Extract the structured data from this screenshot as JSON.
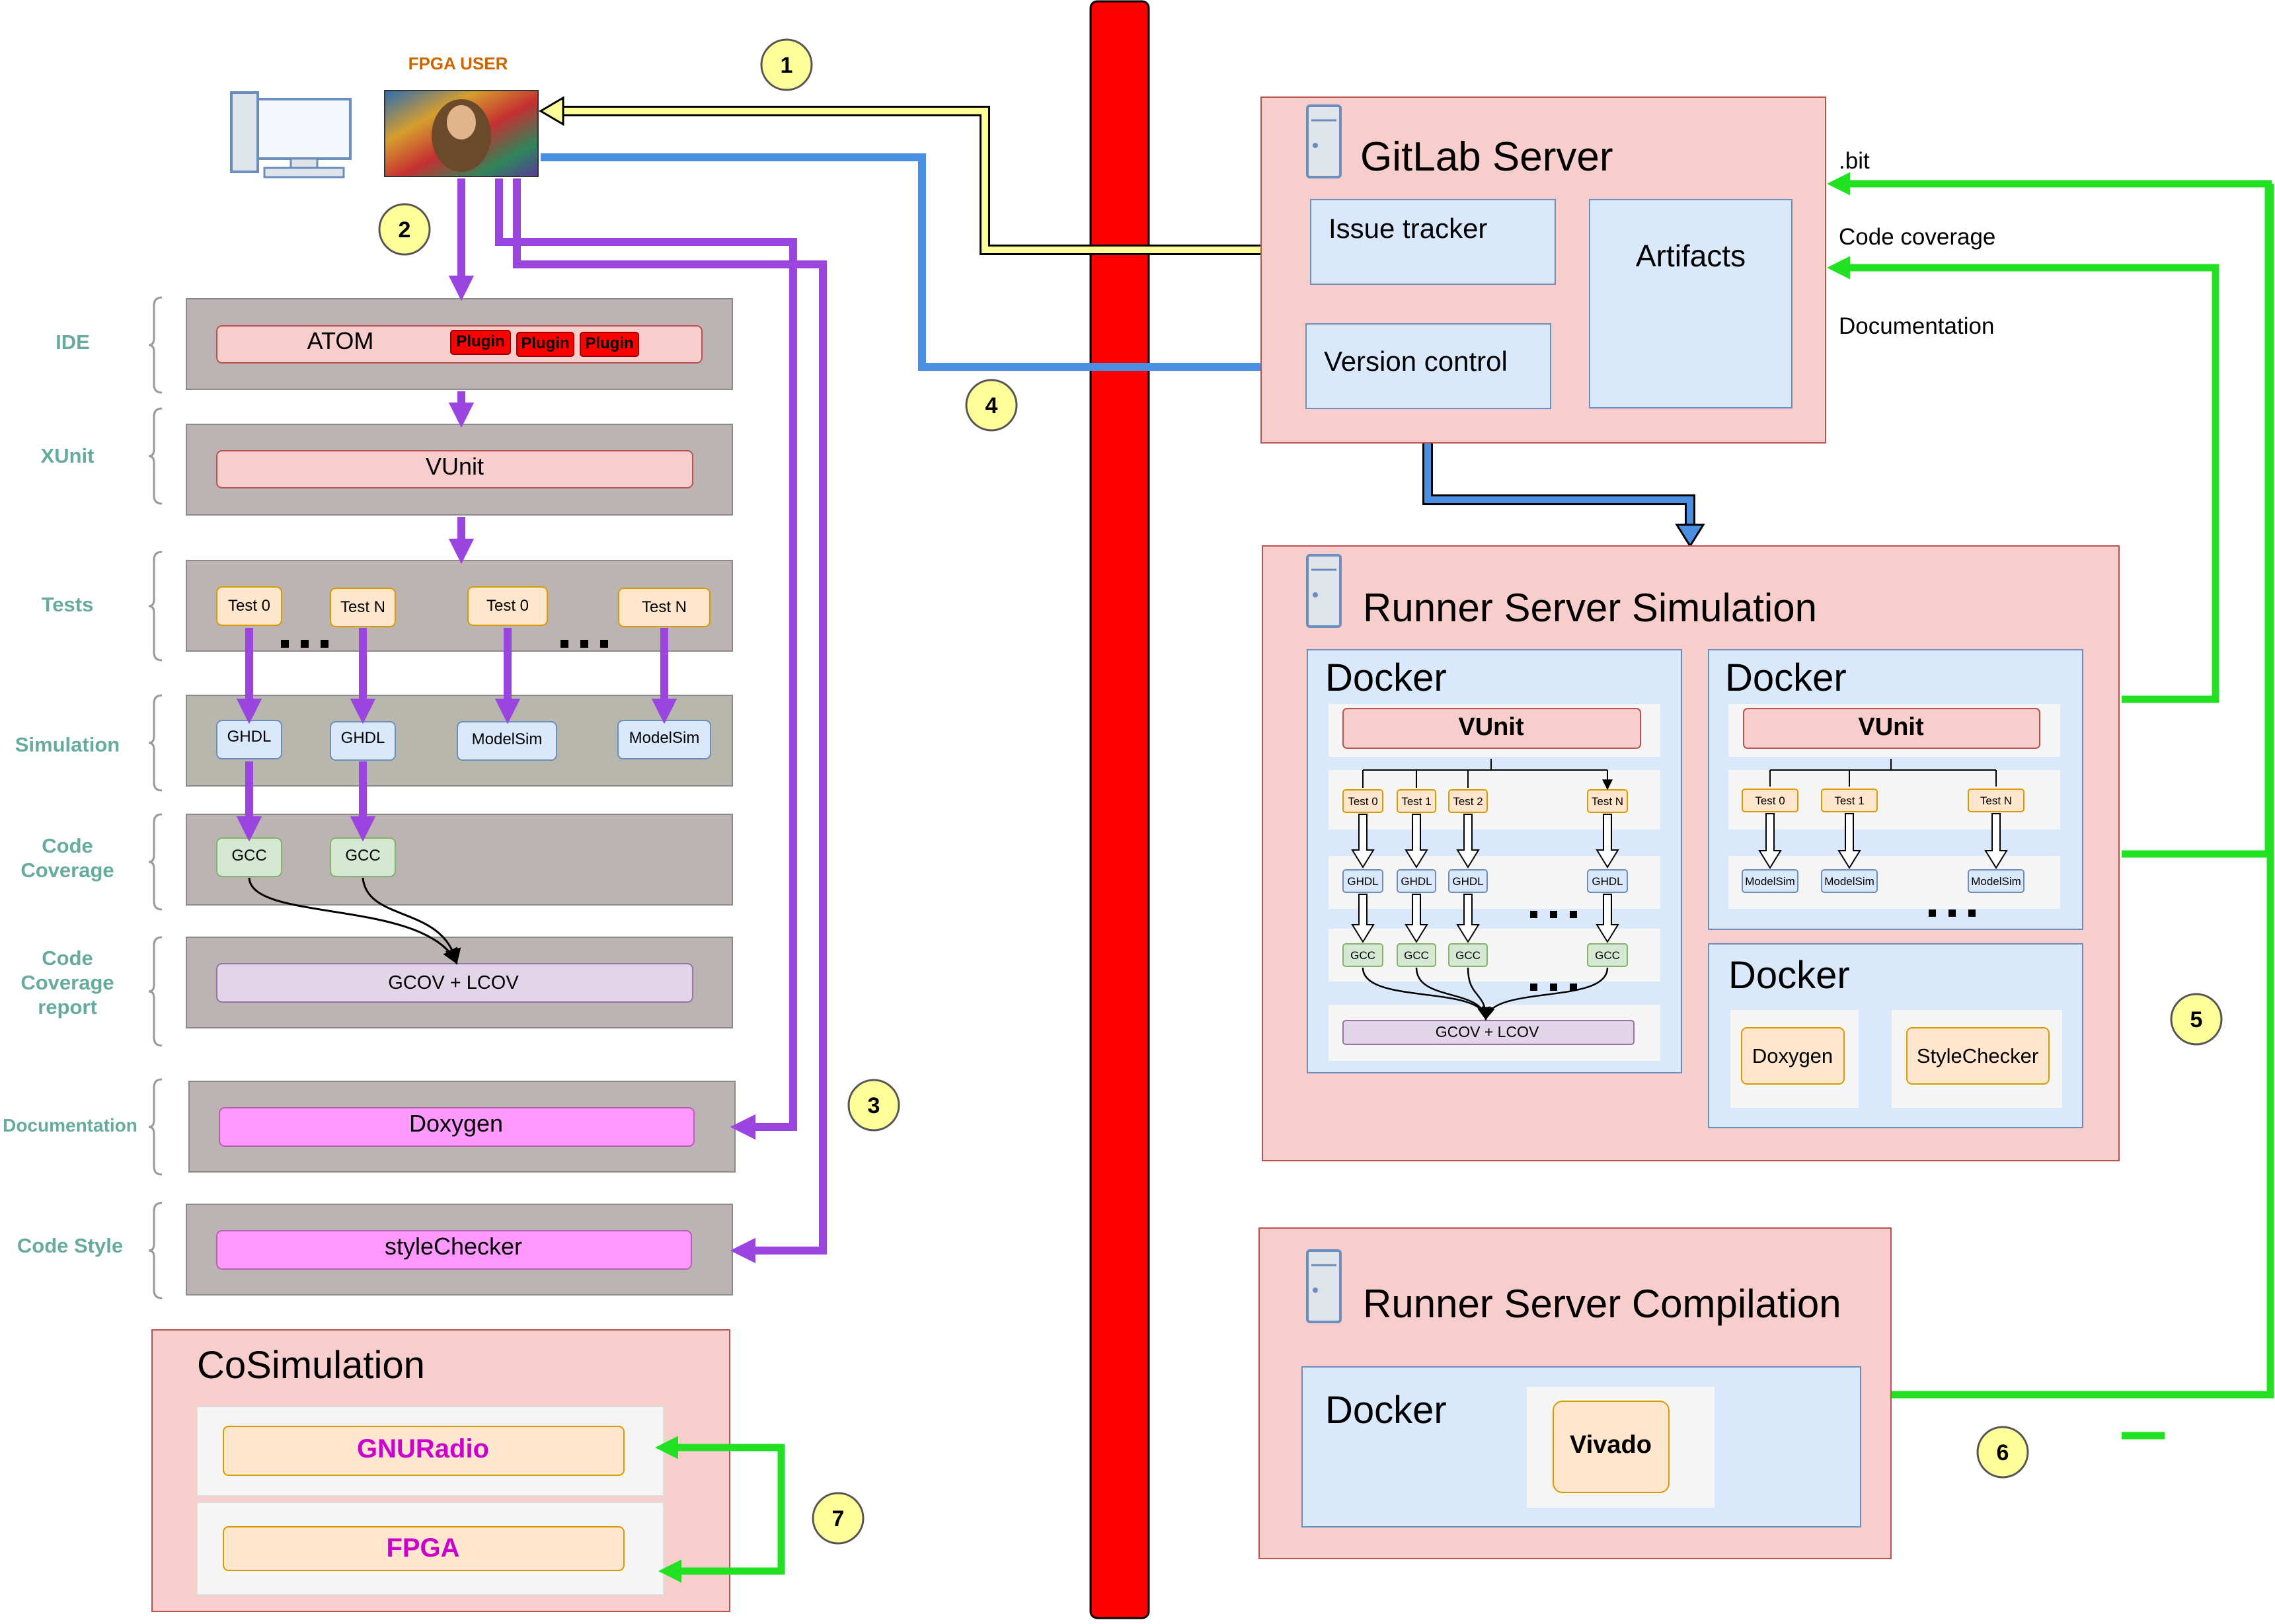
{
  "user": {
    "label": "FPGA USER"
  },
  "left_rows": [
    {
      "label": "IDE"
    },
    {
      "label": "XUnit"
    },
    {
      "label": "Tests"
    },
    {
      "label": "Simulation"
    },
    {
      "label": "Code Coverage"
    },
    {
      "label": "Code Coverage report"
    },
    {
      "label": "Documentation"
    },
    {
      "label": "Code Style"
    }
  ],
  "ide": {
    "title": "ATOM",
    "plugins": [
      "Plugin",
      "Plugin",
      "Plugin"
    ]
  },
  "xunit": {
    "title": "VUnit"
  },
  "tests": [
    "Test 0",
    "Test N",
    "Test 0",
    "Test N"
  ],
  "simulators": [
    "GHDL",
    "GHDL",
    "ModelSim",
    "ModelSim"
  ],
  "coverage": [
    "GCC",
    "GCC"
  ],
  "report": {
    "title": "GCOV + LCOV"
  },
  "documentation": {
    "title": "Doxygen"
  },
  "code_style": {
    "title": "styleChecker"
  },
  "cosim": {
    "title": "CoSimulation",
    "items": [
      "GNURadio",
      "FPGA"
    ]
  },
  "gitlab": {
    "title": "GitLab Server",
    "issue_tracker": "Issue tracker",
    "artifacts": "Artifacts",
    "version_control": "Version control"
  },
  "outputs": [
    ".bit",
    "Code coverage",
    "Documentation"
  ],
  "runner_sim": {
    "title": "Runner Server Simulation",
    "docker_label": "Docker",
    "docker1": {
      "vunit": "VUnit",
      "tests": [
        "Test 0",
        "Test 1",
        "Test 2",
        "Test N"
      ],
      "sims": [
        "GHDL",
        "GHDL",
        "GHDL",
        "GHDL"
      ],
      "gccs": [
        "GCC",
        "GCC",
        "GCC",
        "GCC"
      ],
      "report": "GCOV + LCOV"
    },
    "docker2": {
      "vunit": "VUnit",
      "tests": [
        "Test 0",
        "Test 1",
        "Test N"
      ],
      "sims": [
        "ModelSim",
        "ModelSim",
        "ModelSim"
      ]
    },
    "docker3": {
      "tools": [
        "Doxygen",
        "StyleChecker"
      ]
    }
  },
  "runner_comp": {
    "title": "Runner Server Compilation",
    "docker_label": "Docker",
    "tool": "Vivado"
  },
  "step_numbers": [
    "1",
    "2",
    "3",
    "4",
    "5",
    "6",
    "7"
  ],
  "colors": {
    "purple_arrow": "#9a45e0",
    "blue_arrow": "#4a90e2",
    "green_arrow": "#22e022",
    "yellow_arrow": "#ffff99",
    "firewall": "#ff0000",
    "server_bg": "#f8cecc",
    "docker_bg": "#dae8fc",
    "label_teal": "#67ab9f",
    "magenta_text": "#cc00cc",
    "user_label": "#cc6600"
  }
}
